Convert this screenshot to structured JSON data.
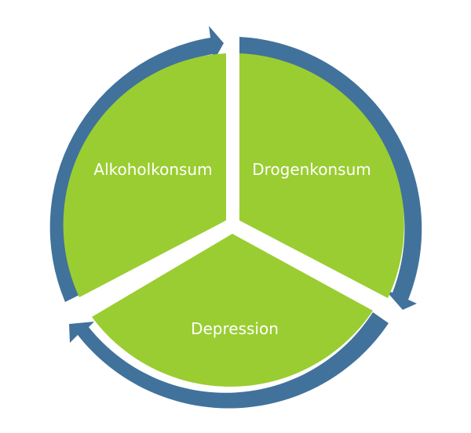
{
  "diagram": {
    "segments": [
      {
        "label": "Alkoholkonsum"
      },
      {
        "label": "Drogenkonsum"
      },
      {
        "label": "Depression"
      }
    ]
  },
  "colors": {
    "segment_fill": "#9ACD32",
    "ring": "#41729B",
    "background": "#FFFFFF",
    "label_text": "#FFFFFF"
  }
}
